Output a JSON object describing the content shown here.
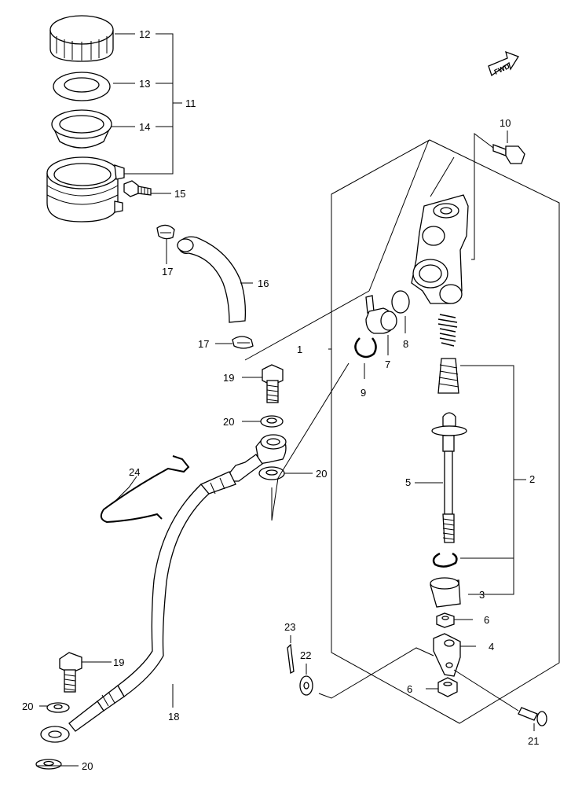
{
  "diagram": {
    "fwd_label": "FWD",
    "labels": {
      "p1": "1",
      "p2": "2",
      "p3": "3",
      "p4": "4",
      "p5": "5",
      "p6a": "6",
      "p6b": "6",
      "p7": "7",
      "p8": "8",
      "p9": "9",
      "p10": "10",
      "p11": "11",
      "p12": "12",
      "p13": "13",
      "p14": "14",
      "p15": "15",
      "p16": "16",
      "p17a": "17",
      "p17b": "17",
      "p18": "18",
      "p19a": "19",
      "p19b": "19",
      "p20a": "20",
      "p20b": "20",
      "p20c": "20",
      "p20d": "20",
      "p21": "21",
      "p22": "22",
      "p23": "23",
      "p24": "24"
    }
  }
}
